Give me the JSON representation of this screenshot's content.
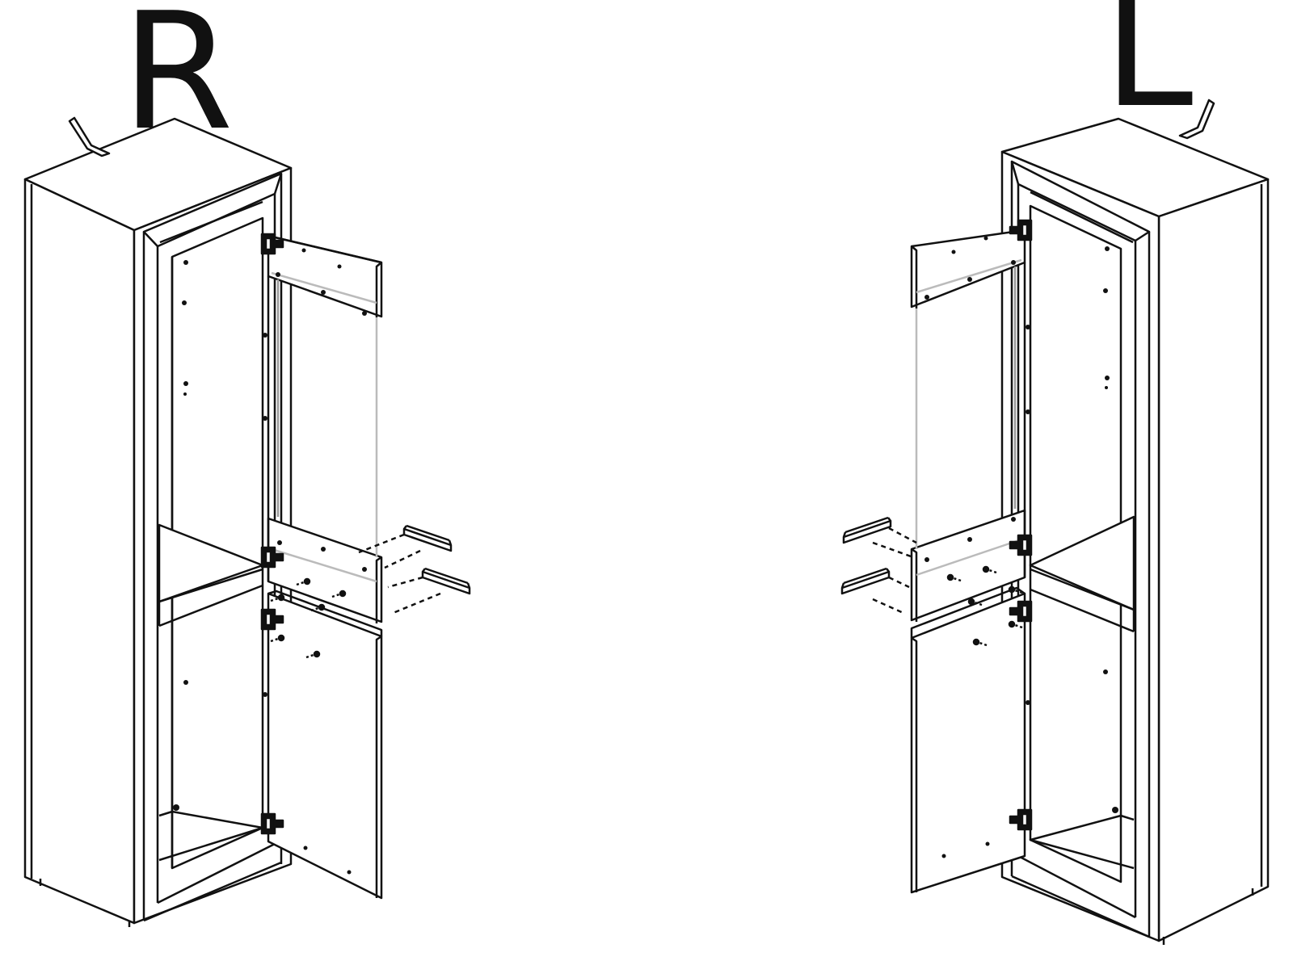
{
  "labels": {
    "right_variant": "R",
    "left_variant": "L"
  },
  "colors": {
    "ink": "#111111",
    "guide": "#bbbbbb",
    "background": "#ffffff"
  },
  "figures": [
    {
      "id": "cabinet-right",
      "label": "R",
      "hinge_count": 4,
      "door_count": 2
    },
    {
      "id": "cabinet-left",
      "label": "L",
      "hinge_count": 4,
      "door_count": 2
    }
  ]
}
